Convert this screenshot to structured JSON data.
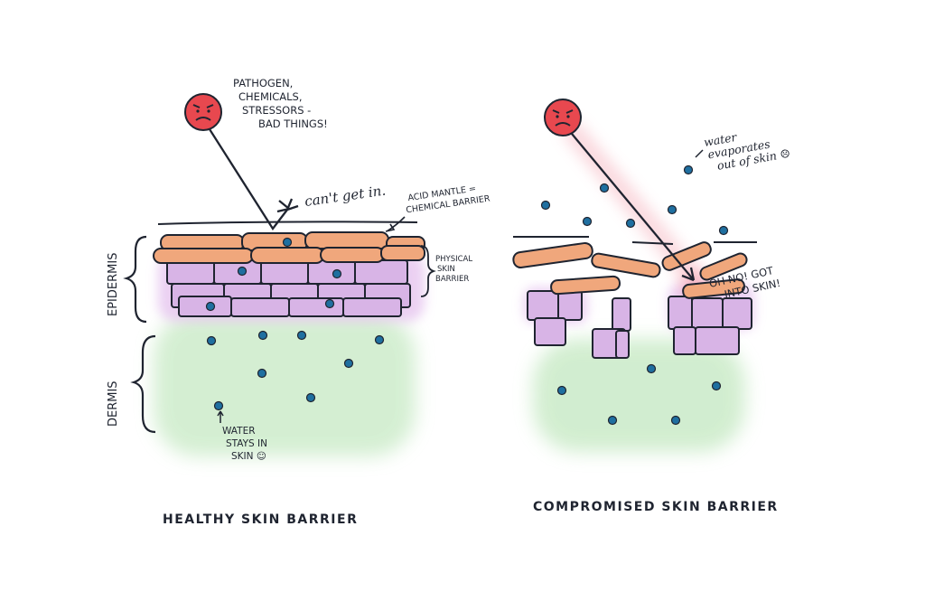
{
  "healthy": {
    "caption": "HEALTHY SKIN BARRIER",
    "pathogen_label": [
      "PATHOGEN,",
      "CHEMICALS,",
      "STRESSORS -",
      "BAD THINGS!"
    ],
    "deflect_label": "can't get in.",
    "acid_mantle_label": [
      "ACID MANTLE =",
      "CHEMICAL BARRIER"
    ],
    "physical_label": [
      "PHYSICAL",
      "SKIN",
      "BARRIER"
    ],
    "epidermis_label": "EPIDERMIS",
    "dermis_label": "DERMIS",
    "water_label": [
      "WATER",
      "STAYS IN",
      "SKIN ☺"
    ]
  },
  "compromised": {
    "caption": "COMPROMISED SKIN BARRIER",
    "evaporate_label": [
      "water",
      "evaporates",
      "out of skin ☹"
    ],
    "breach_label": [
      "OH NO! GOT",
      "INTO SKIN!"
    ]
  },
  "colors": {
    "pathogen": "#e8484f",
    "scale": "#f0a77c",
    "cell": "#d8b4e6",
    "dermis": "#cdeccb",
    "water": "#1f6fa0",
    "ink": "#1f2430"
  },
  "icons": {
    "pathogen": "angry-face-icon",
    "water": "water-droplet-icon"
  }
}
